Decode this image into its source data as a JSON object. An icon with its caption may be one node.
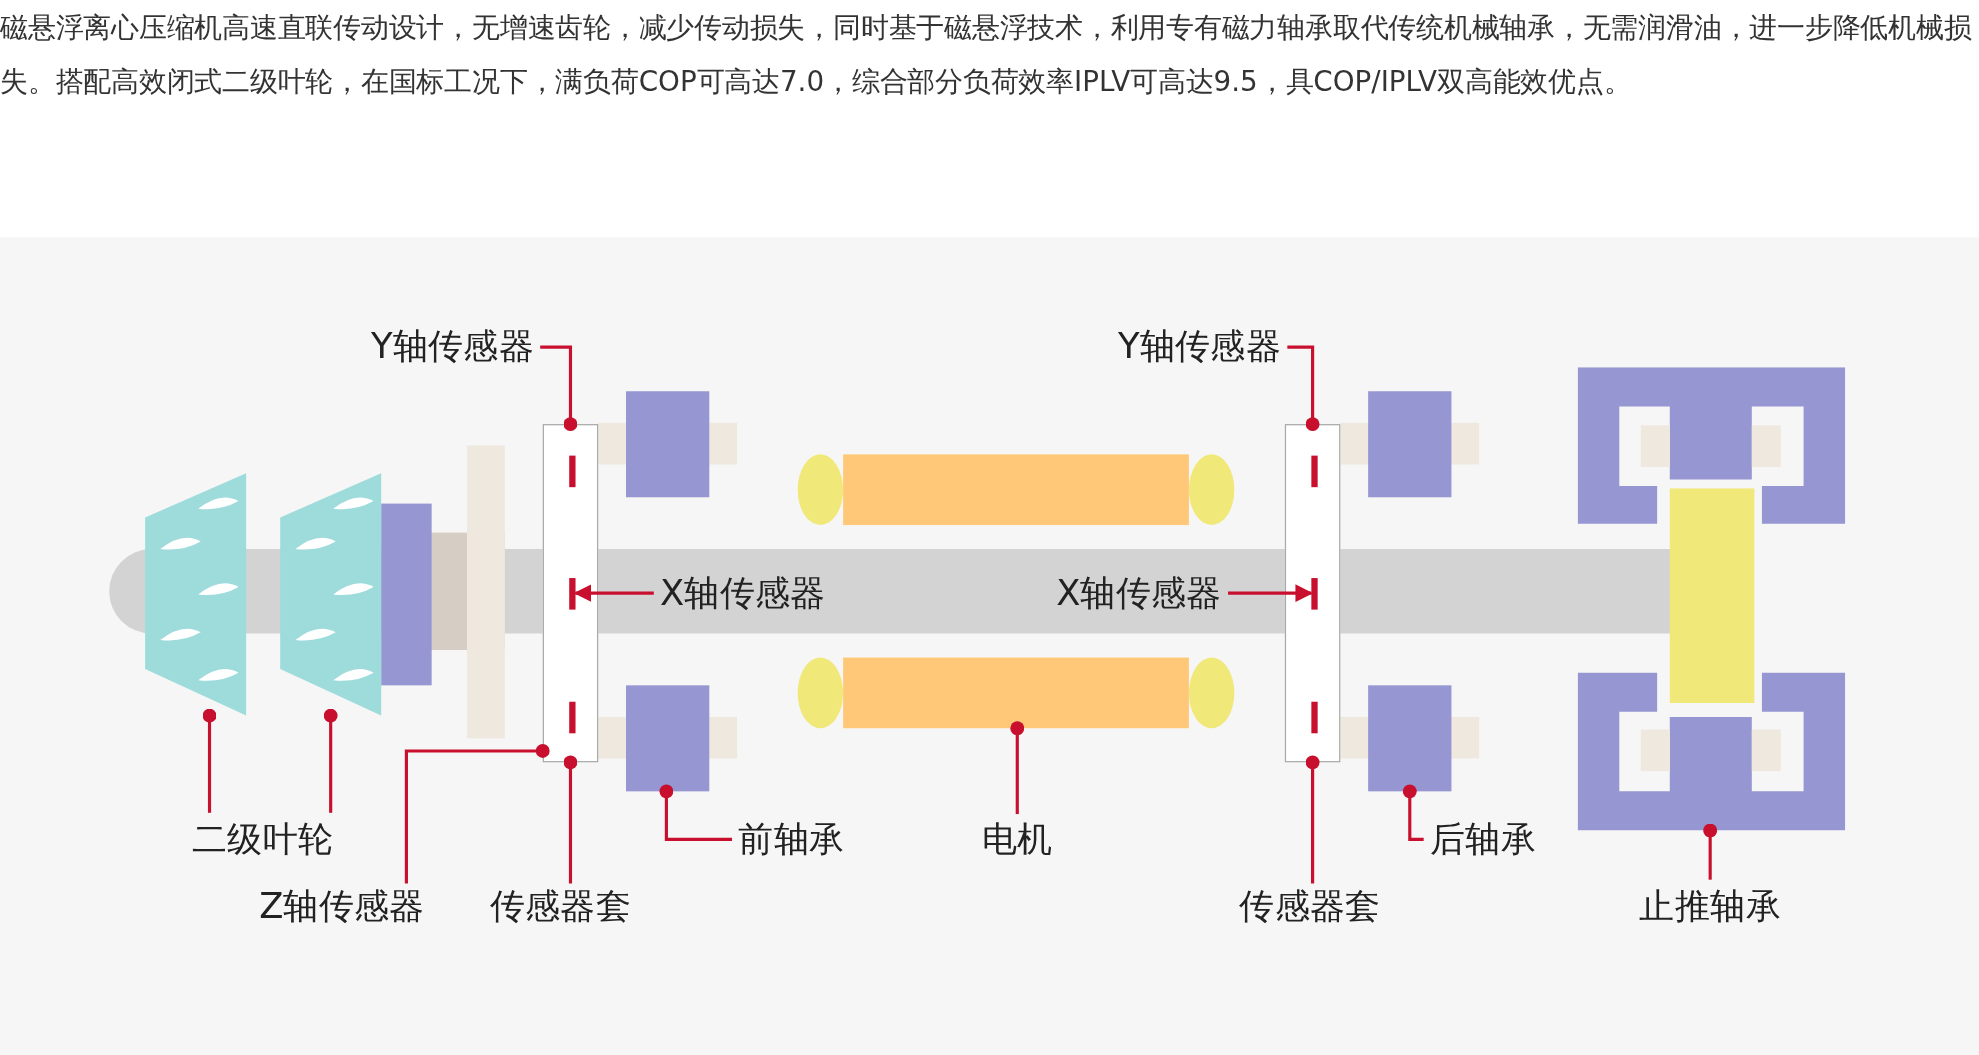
{
  "diagram": {
    "nodes": [
      {
        "text": [
          "Y轴传感器"
        ]
      },
      {
        "text": [
          "Y轴传感器"
        ]
      },
      {
        "text": [],
        "shape": "box"
      },
      {
        "text": [],
        "shape": "bar",
        "in": 2
      },
      {
        "text": [],
        "shape": "bar",
        "in": 2
      },
      {
        "text": [],
        "shape": "bar",
        "in": 2
      },
      {
        "text": [],
        "shape": "box"
      },
      {
        "text": [],
        "shape": "bar",
        "in": 6
      },
      {
        "text": [],
        "shape": "bar",
        "in": 6
      },
      {
        "text": [],
        "shape": "bar",
        "in": 6
      },
      {
        "text": [
          "X轴传感器"
        ]
      },
      {
        "text": [
          "X轴传感器"
        ]
      },
      {
        "text": [],
        "shape": "trapezoid"
      },
      {
        "text": [],
        "shape": "trapezoid"
      },
      {
        "text": [],
        "shape": "box"
      },
      {
        "text": [],
        "shape": "box"
      },
      {
        "text": [],
        "shape": "box"
      },
      {
        "text": [],
        "shape": "frame"
      },
      {
        "text": [
          "二级叶轮"
        ]
      },
      {
        "text": [
          "前轴承"
        ]
      },
      {
        "text": [
          "电机"
        ]
      },
      {
        "text": [
          "后轴承"
        ]
      },
      {
        "text": [
          "止推轴承"
        ]
      },
      {
        "text": [
          "Z轴传感器"
        ]
      },
      {
        "text": [
          "传感器套"
        ]
      },
      {
        "text": [
          "传感器套"
        ]
      }
    ],
    "edges": [
      {
        "from": 0,
        "to": 2,
        "arrow": "other"
      },
      {
        "from": 1,
        "to": 6,
        "arrow": "other"
      },
      {
        "from": 10,
        "to": 4,
        "arrow": "to"
      },
      {
        "from": 11,
        "to": 8,
        "arrow": "to"
      },
      {
        "from": 18,
        "to": 12,
        "arrow": "other"
      },
      {
        "from": 18,
        "to": 13,
        "arrow": "other"
      },
      {
        "from": 19,
        "to": 14,
        "arrow": "other"
      },
      {
        "from": 20,
        "to": 15,
        "arrow": "other"
      },
      {
        "from": 21,
        "to": 16,
        "arrow": "other"
      },
      {
        "from": 22,
        "to": 17,
        "arrow": "other"
      },
      {
        "from": 23,
        "to": 2,
        "arrow": "other"
      },
      {
        "from": 24,
        "to": 2,
        "arrow": "other"
      },
      {
        "from": 25,
        "to": 6,
        "arrow": "other"
      }
    ],
    "labels": [
      "磁悬浮离心压缩机高速直联传动设计，无增速齿轮，减少传动损失，同时基于磁悬浮技术，利用专有磁力轴承取代传统机械轴承，无需润滑油，进一步降低机械损失。搭配高效闭式二级叶轮，在国标工况下，满负荷COP可高达7.0，综合部分负荷效率IPLV可高达9.5，具COP/IPLV双高能效优点。"
    ]
  }
}
